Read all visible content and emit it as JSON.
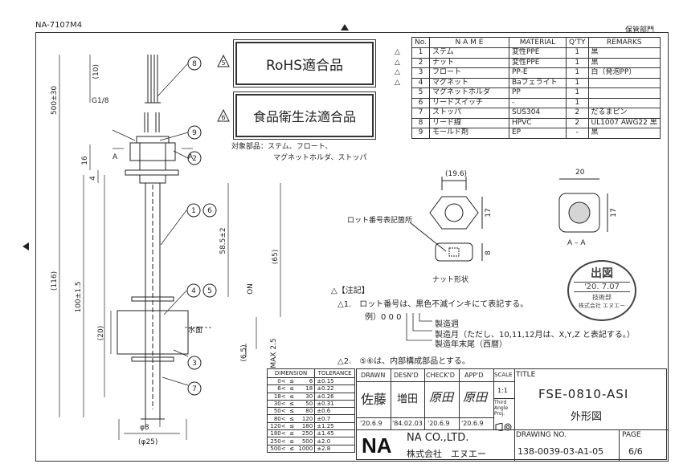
{
  "header": {
    "doc_code": "NA-7107M4",
    "department": "保管部門"
  },
  "stamps": {
    "rohs": "RoHS適合品",
    "food": "食品衛生法適合品",
    "target_label": "対象部品：ステム、フロート、",
    "target_label2": "マグネットホルダ、ストッパ",
    "rev_mark_5": "5",
    "rev_mark_6": "6"
  },
  "parts_table": {
    "headers": [
      "No.",
      "N A M E",
      "MATERIAL",
      "Q'TY",
      "REMARKS"
    ],
    "rows": [
      {
        "no": "1",
        "name": "ステム",
        "material": "変性PPE",
        "qty": "1",
        "remarks": "黒"
      },
      {
        "no": "2",
        "name": "ナット",
        "material": "変性PPE",
        "qty": "1",
        "remarks": "黒"
      },
      {
        "no": "3",
        "name": "フロート",
        "material": "PP-E",
        "qty": "1",
        "remarks": "白（発泡PP）"
      },
      {
        "no": "4",
        "name": "マグネット",
        "material": "Baフェライト",
        "qty": "1",
        "remarks": ""
      },
      {
        "no": "5",
        "name": "マグネットホルダ",
        "material": "PP",
        "qty": "1",
        "remarks": ""
      },
      {
        "no": "6",
        "name": "リードスイッチ",
        "material": "-",
        "qty": "1",
        "remarks": ""
      },
      {
        "no": "7",
        "name": "ストッパ",
        "material": "SUS304",
        "qty": "2",
        "remarks": "だるまピン"
      },
      {
        "no": "8",
        "name": "リード線",
        "material": "HPVC",
        "qty": "2",
        "remarks": "UL1007 AWG22 黒"
      },
      {
        "no": "9",
        "name": "モールド剤",
        "material": "EP",
        "qty": "-",
        "remarks": "黒"
      }
    ]
  },
  "drawing": {
    "dims": {
      "d10": "(10)",
      "d500": "500±30",
      "g18": "G1/8",
      "d16": "16",
      "d4": "4",
      "d116": "(116)",
      "d100": "100±1.5",
      "d20": "(20)",
      "d585": "58.5±2",
      "d65": "(65)",
      "d65b": "(6.5)",
      "max25": "MAX 2.5",
      "phi8": "φ8",
      "phi25": "(φ25)",
      "on": "ON",
      "water": "水面",
      "a_mark": "A",
      "nut_w": "(19.6)",
      "nut_h": "17",
      "nut_t": "8",
      "aa_w": "20",
      "aa_h": "17",
      "aa_label": "A – A",
      "lot_label": "ロット番号表記箇所",
      "nut_shape": "ナット形状"
    },
    "balloons": [
      "8",
      "9",
      "2",
      "1",
      "6",
      "4",
      "5",
      "3",
      "7"
    ]
  },
  "notes": {
    "title": "【注記】",
    "n1": "1.　ロット番号は、黒色不滅インキにて表記する。",
    "example": "例）",
    "lot_digits": "0 0 0",
    "week": "製造週",
    "month": "製造月（ただし、10,11,12月は、X,Y,Z と表記する。）",
    "year": "製造年末尾（西暦）",
    "n2": "2.　⑤⑥は、内部構成部品とする。"
  },
  "approval": {
    "title": "出図",
    "date": "'20. 7.07",
    "dept": "技術部",
    "company": "株式会社 エヌエー"
  },
  "tolerance": {
    "headers": [
      "DIMENSION",
      "TOLERANCE"
    ],
    "rows": [
      [
        "0<",
        "≤",
        "6",
        "±0.15"
      ],
      [
        "6<",
        "≤",
        "18",
        "±0.22"
      ],
      [
        "18<",
        "≤",
        "30",
        "±0.26"
      ],
      [
        "30<",
        "≤",
        "50",
        "±0.31"
      ],
      [
        "50<",
        "≤",
        "80",
        "±0.6"
      ],
      [
        "80<",
        "≤",
        "120",
        "±0.7"
      ],
      [
        "120<",
        "≤",
        "180",
        "±1.25"
      ],
      [
        "180<",
        "≤",
        "250",
        "±1.45"
      ],
      [
        "250<",
        "≤",
        "500",
        "±2.0"
      ],
      [
        "500<",
        "≤",
        "1000",
        "±2.8"
      ]
    ]
  },
  "title_block": {
    "drawn_label": "DRAWN",
    "design_label": "DESN'D",
    "check_label": "CHECK'D",
    "app_label": "APP'D",
    "scale_label": "SCALE",
    "title_label": "TITLE",
    "drawn_sig": "佐藤",
    "design_sig": "増田",
    "check_sig": "原田",
    "app_sig": "原田",
    "scale": "1:1",
    "projection": "Third Angle Proj.",
    "drawn_date": "'20.6.9",
    "design_date": "'84.02.03",
    "check_date": "'20.6.9",
    "app_date": "'20.6.9",
    "product": "FSE-0810-ASI",
    "drawing_type": "外形図",
    "company_en": "NA CO.,LTD.",
    "company_jp": "株式会社　エヌエー",
    "logo": "NA",
    "drawing_no_label": "DRAWING NO.",
    "drawing_no": "138-0039-03-A1-05",
    "page_label": "PAGE",
    "page": "6/6"
  }
}
